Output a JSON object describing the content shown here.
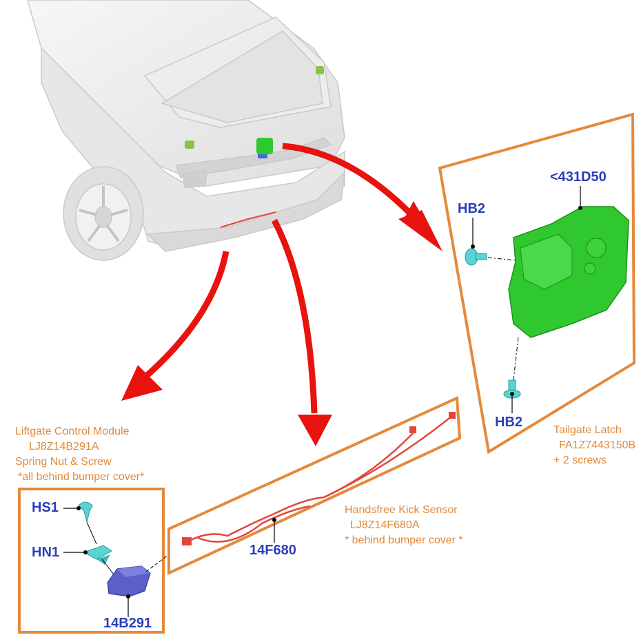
{
  "colors": {
    "frame": "#e5893a",
    "arrow": "#e8120f",
    "callout_text": "#2b3fb8",
    "description_text": "#e08a3c",
    "latch": "#2fc82f",
    "module": "#5b5fc8",
    "clip": "#59d4d4",
    "sensor_wire": "#e2463a",
    "vehicle": "#e9e9e9"
  },
  "icons": [
    "vehicle-rear-illustration",
    "latch-part",
    "module-part",
    "fastener-part",
    "sensor-wire-part"
  ],
  "callouts": {
    "latch_top": "<431D50",
    "latch_left_screw": "HB2",
    "latch_bottom_screw": "HB2",
    "module_screw": "HS1",
    "module_nut": "HN1",
    "module": "14B291",
    "sensor": "14F680"
  },
  "descriptions": {
    "module": {
      "line1": "Liftgate Control Module",
      "line2": "LJ8Z14B291A",
      "line3": "Spring Nut & Screw",
      "line4": "*all behind bumper cover*"
    },
    "sensor": {
      "line1": "Handsfree Kick Sensor",
      "line2": "LJ8Z14F680A",
      "line3": "* behind bumper cover *"
    },
    "latch": {
      "line1": "Tailgate Latch",
      "line2": "FA1Z7443150B",
      "line3": "+ 2 screws"
    }
  }
}
